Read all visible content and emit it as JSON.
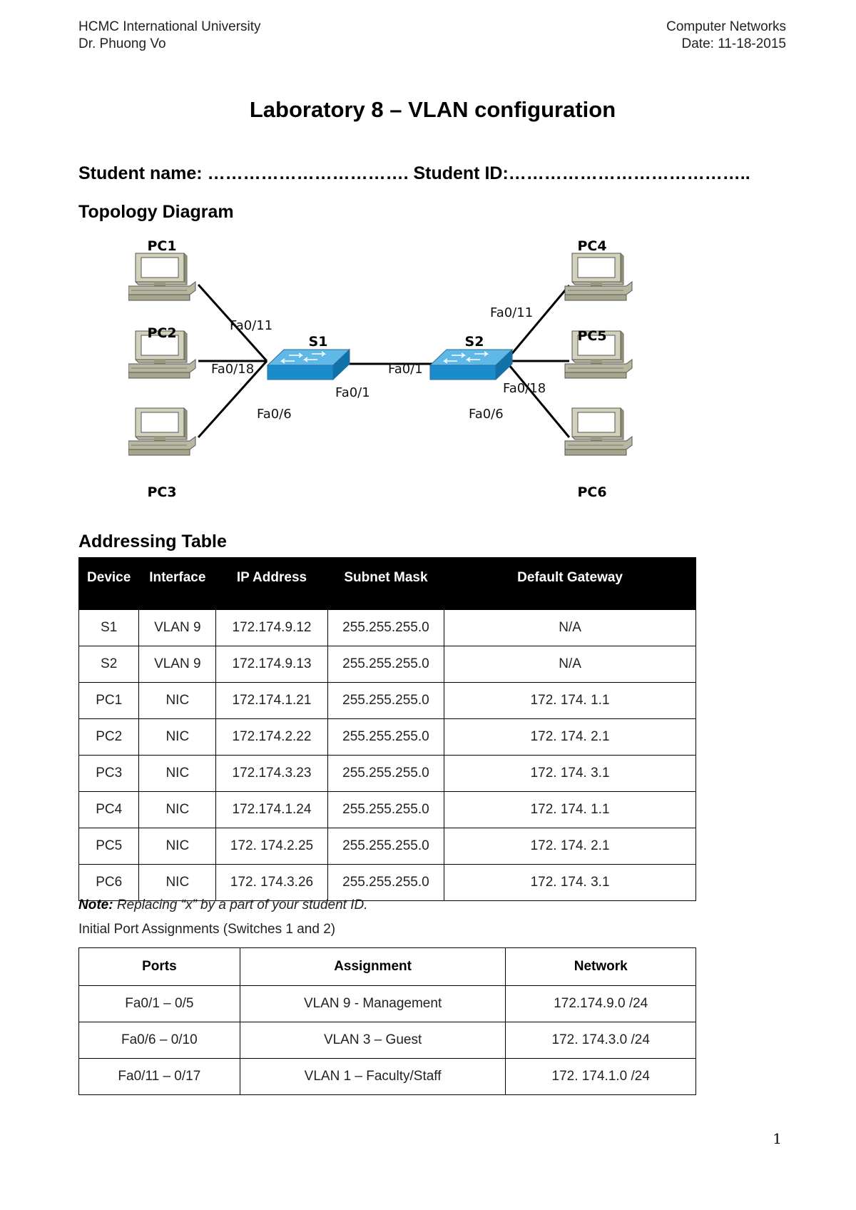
{
  "header": {
    "university": "HCMC International University",
    "instructor": "Dr. Phuong Vo",
    "course": "Computer Networks",
    "date": "Date: 11-18-2015"
  },
  "title": "Laboratory 8 – VLAN configuration",
  "student_line": "Student name: ……………………………. Student ID:…………………………………..",
  "topology_heading": "Topology Diagram",
  "topology": {
    "pcs": [
      "PC1",
      "PC2",
      "PC3",
      "PC4",
      "PC5",
      "PC6"
    ],
    "switches": [
      "S1",
      "S2"
    ],
    "port_labels": [
      "Fa0/11",
      "Fa0/18",
      "Fa0/6",
      "Fa0/1",
      "Fa0/1",
      "Fa0/11",
      "Fa0/18",
      "Fa0/6"
    ]
  },
  "addressing_heading": "Addressing Table",
  "addressing_table": {
    "columns": [
      "Device",
      "Interface",
      "IP Address",
      "Subnet Mask",
      "Default Gateway"
    ],
    "rows": [
      [
        "S1",
        "VLAN 9",
        "172.174.9.12",
        "255.255.255.0",
        "N/A"
      ],
      [
        "S2",
        "VLAN 9",
        "172.174.9.13",
        "255.255.255.0",
        "N/A"
      ],
      [
        "PC1",
        "NIC",
        "172.174.1.21",
        "255.255.255.0",
        "172. 174. 1.1"
      ],
      [
        "PC2",
        "NIC",
        "172.174.2.22",
        "255.255.255.0",
        "172. 174. 2.1"
      ],
      [
        "PC3",
        "NIC",
        "172.174.3.23",
        "255.255.255.0",
        "172. 174. 3.1"
      ],
      [
        "PC4",
        "NIC",
        "172.174.1.24",
        "255.255.255.0",
        "172. 174. 1.1"
      ],
      [
        "PC5",
        "NIC",
        "172. 174.2.25",
        "255.255.255.0",
        "172. 174. 2.1"
      ],
      [
        "PC6",
        "NIC",
        "172. 174.3.26",
        "255.255.255.0",
        "172. 174. 3.1"
      ]
    ]
  },
  "note_label": "Note:",
  "note_text": " Replacing “x” by a part of your student ID.",
  "ports_caption": "Initial Port Assignments (Switches 1 and 2)",
  "ports_table": {
    "columns": [
      "Ports",
      "Assignment",
      "Network"
    ],
    "rows": [
      [
        "Fa0/1 – 0/5",
        "VLAN 9 - Management",
        "172.174.9.0 /24"
      ],
      [
        "Fa0/6 – 0/10",
        "VLAN 3 – Guest",
        "172. 174.3.0 /24"
      ],
      [
        "Fa0/11 – 0/17",
        "VLAN 1 – Faculty/Staff",
        "172. 174.1.0 /24"
      ]
    ]
  },
  "page_number": "1"
}
